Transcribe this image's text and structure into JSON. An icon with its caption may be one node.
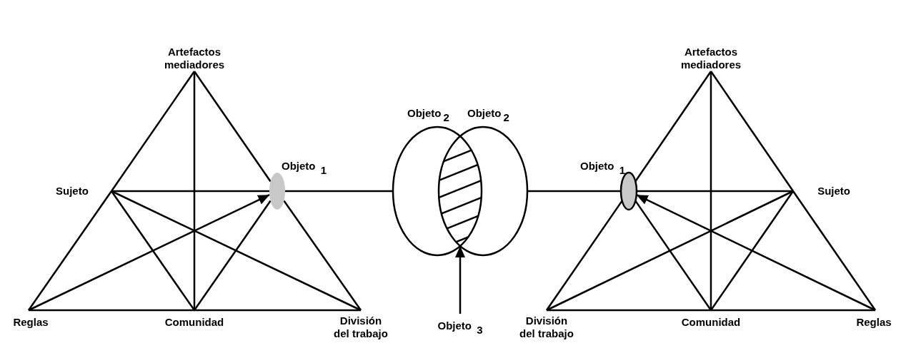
{
  "diagram": {
    "nodes": [
      {
        "text": [
          "Artefactos mediadores"
        ]
      },
      {
        "text": [
          "Sujeto"
        ]
      },
      {
        "text": [
          "Objeto $_{1}$"
        ]
      },
      {
        "text": [
          "Reglas"
        ]
      },
      {
        "text": [
          "Comunidad"
        ]
      },
      {
        "text": [
          "División del trabajo"
        ]
      },
      {
        "text": [
          "Objeto$_{2}$"
        ]
      },
      {
        "text": [
          "Objeto$_{2}$"
        ]
      },
      {
        "text": [],
        "shape": "lens"
      },
      {
        "text": [
          "Objeto $_{3}$"
        ]
      },
      {
        "text": [
          "Artefactos mediadores"
        ]
      },
      {
        "text": [
          "Objeto $_{1}$"
        ]
      },
      {
        "text": [
          "Sujeto"
        ]
      },
      {
        "text": [
          "División del trabajo"
        ]
      },
      {
        "text": [
          "Comunidad"
        ]
      },
      {
        "text": [
          "Reglas"
        ]
      }
    ],
    "edges": [
      {
        "from": 0,
        "to": 1,
        "arrow": "none"
      },
      {
        "from": 1,
        "to": 3,
        "arrow": "none"
      },
      {
        "from": 3,
        "to": 4,
        "arrow": "none"
      },
      {
        "from": 4,
        "to": 5,
        "arrow": "none"
      },
      {
        "from": 5,
        "to": 2,
        "arrow": "none"
      },
      {
        "from": 2,
        "to": 0,
        "arrow": "none"
      },
      {
        "from": 1,
        "to": 2,
        "arrow": "none"
      },
      {
        "from": 0,
        "to": 4,
        "arrow": "none"
      },
      {
        "from": 1,
        "to": 4,
        "arrow": "none"
      },
      {
        "from": 1,
        "to": 5,
        "arrow": "none"
      },
      {
        "from": 3,
        "to": 2,
        "arrow": "to"
      },
      {
        "from": 4,
        "to": 2,
        "arrow": "none"
      },
      {
        "from": 2,
        "to": 6,
        "arrow": "none"
      },
      {
        "from": 7,
        "to": 11,
        "arrow": "none"
      },
      {
        "from": 9,
        "to": 8,
        "arrow": "to"
      },
      {
        "from": 10,
        "to": 12,
        "arrow": "none"
      },
      {
        "from": 12,
        "to": 15,
        "arrow": "none"
      },
      {
        "from": 15,
        "to": 14,
        "arrow": "none"
      },
      {
        "from": 14,
        "to": 13,
        "arrow": "none"
      },
      {
        "from": 13,
        "to": 11,
        "arrow": "none"
      },
      {
        "from": 11,
        "to": 10,
        "arrow": "none"
      },
      {
        "from": 12,
        "to": 11,
        "arrow": "none"
      },
      {
        "from": 10,
        "to": 14,
        "arrow": "none"
      },
      {
        "from": 12,
        "to": 14,
        "arrow": "none"
      },
      {
        "from": 12,
        "to": 13,
        "arrow": "none"
      },
      {
        "from": 15,
        "to": 11,
        "arrow": "to"
      },
      {
        "from": 14,
        "to": 11,
        "arrow": "none"
      }
    ]
  }
}
